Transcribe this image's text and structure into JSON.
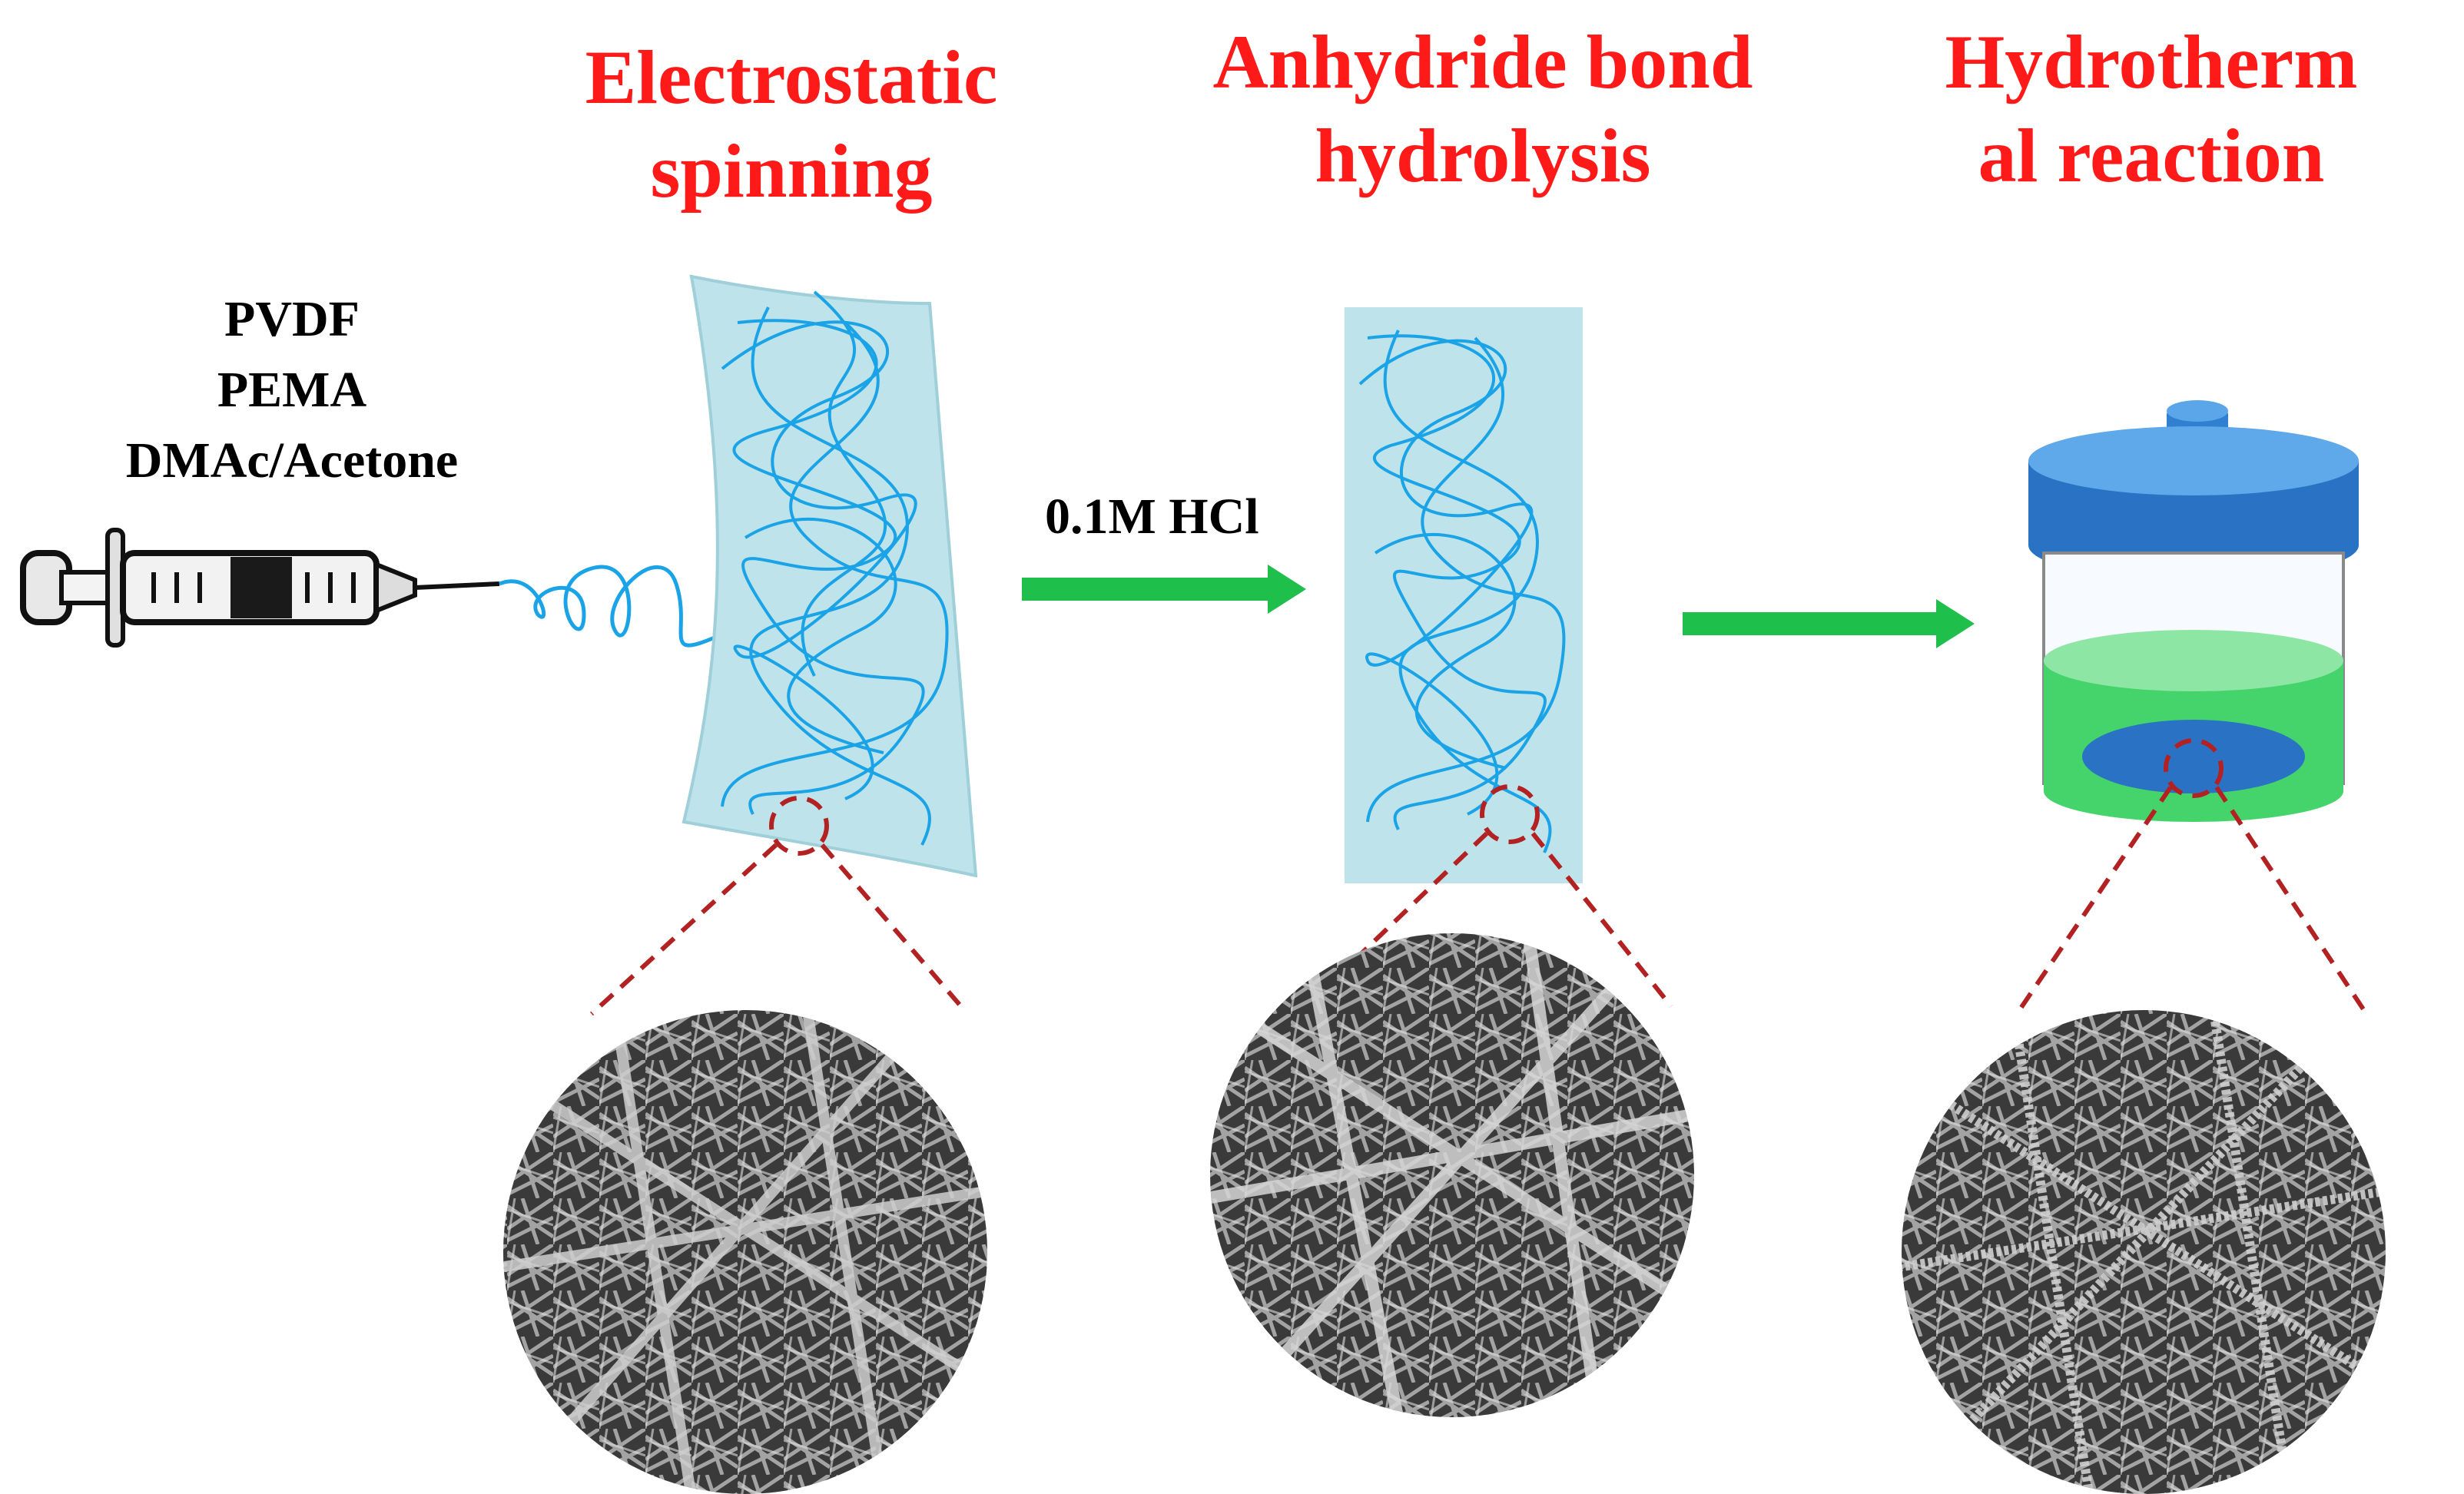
{
  "steps": [
    {
      "title_line1": "Electrostatic",
      "title_line2": "spinning"
    },
    {
      "title_line1": "Anhydride bond",
      "title_line2": "hydrolysis"
    },
    {
      "title_line1": "Hydrotherm",
      "title_line2": "al reaction"
    }
  ],
  "materials": [
    "PVDF",
    "PEMA",
    "DMAc/Acetone"
  ],
  "reagent_label": "0.1M HCl",
  "colors": {
    "title": "#ff1a1a",
    "arrow": "#1fbf4c",
    "fiber": "#1aa3e6",
    "membrane": "#bfe3ea",
    "lid": "#2f80d1",
    "liquid": "#44d46b",
    "zoom_dash": "#b32222"
  }
}
